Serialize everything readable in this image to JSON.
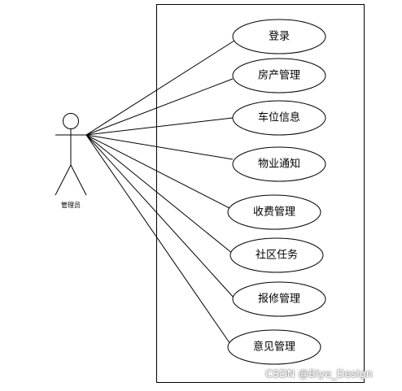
{
  "actor": {
    "label": "管理员"
  },
  "use_cases": [
    {
      "label": "登录"
    },
    {
      "label": "房产管理"
    },
    {
      "label": "车位信息"
    },
    {
      "label": "物业通知"
    },
    {
      "label": "收费管理"
    },
    {
      "label": "社区任务"
    },
    {
      "label": "报修管理"
    },
    {
      "label": "意见管理"
    }
  ],
  "watermark": "CSDN @Biye_Design",
  "colors": {
    "line": "#000000",
    "background": "#ffffff"
  }
}
